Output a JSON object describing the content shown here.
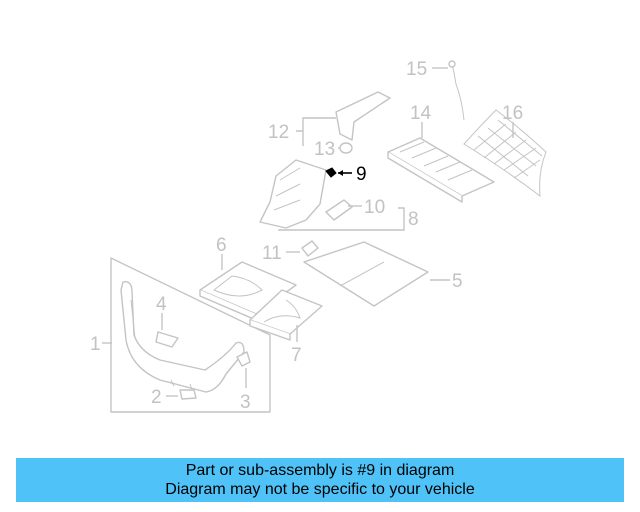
{
  "diagram": {
    "callouts": [
      "1",
      "2",
      "3",
      "4",
      "5",
      "6",
      "7",
      "8",
      "9",
      "10",
      "11",
      "12",
      "13",
      "14",
      "15",
      "16"
    ],
    "highlighted_part": "9",
    "colors": {
      "parts": "#c4c4c4",
      "highlight": "#000000"
    }
  },
  "banner": {
    "line1": "Part or sub-assembly is #9 in diagram",
    "line2": "Diagram may not be specific to your vehicle",
    "background": "#4fc3f7"
  }
}
